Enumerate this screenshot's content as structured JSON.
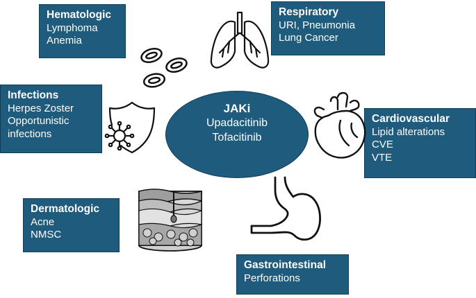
{
  "center": {
    "title": "JAKi",
    "drugs": [
      "Upadacitinib",
      "Tofacitinib"
    ]
  },
  "categories": [
    {
      "key": "hematologic",
      "title": "Hematologic",
      "items": [
        "Lymphoma",
        "Anemia"
      ],
      "icon": "red-blood-cells-icon"
    },
    {
      "key": "respiratory",
      "title": "Respiratory",
      "items": [
        "URI, Pneumonia",
        "Lung Cancer"
      ],
      "icon": "lungs-icon"
    },
    {
      "key": "infections",
      "title": "Infections",
      "items": [
        "Herpes Zoster",
        "Opportunistic",
        "infections"
      ],
      "icon": "shield-virus-icon"
    },
    {
      "key": "cardiovascular",
      "title": "Cardiovascular",
      "items": [
        "Lipid alterations",
        "CVE",
        "VTE"
      ],
      "icon": "heart-icon"
    },
    {
      "key": "dermatologic",
      "title": "Dermatologic",
      "items": [
        "Acne",
        "NMSC"
      ],
      "icon": "skin-layers-icon"
    },
    {
      "key": "gastrointestinal",
      "title": "Gastrointestinal",
      "items": [
        "Perforations"
      ],
      "icon": "stomach-icon"
    }
  ],
  "colors": {
    "box_fill": "#1e5b7c",
    "box_text": "#ffffff",
    "icon_stroke": "#111111"
  }
}
